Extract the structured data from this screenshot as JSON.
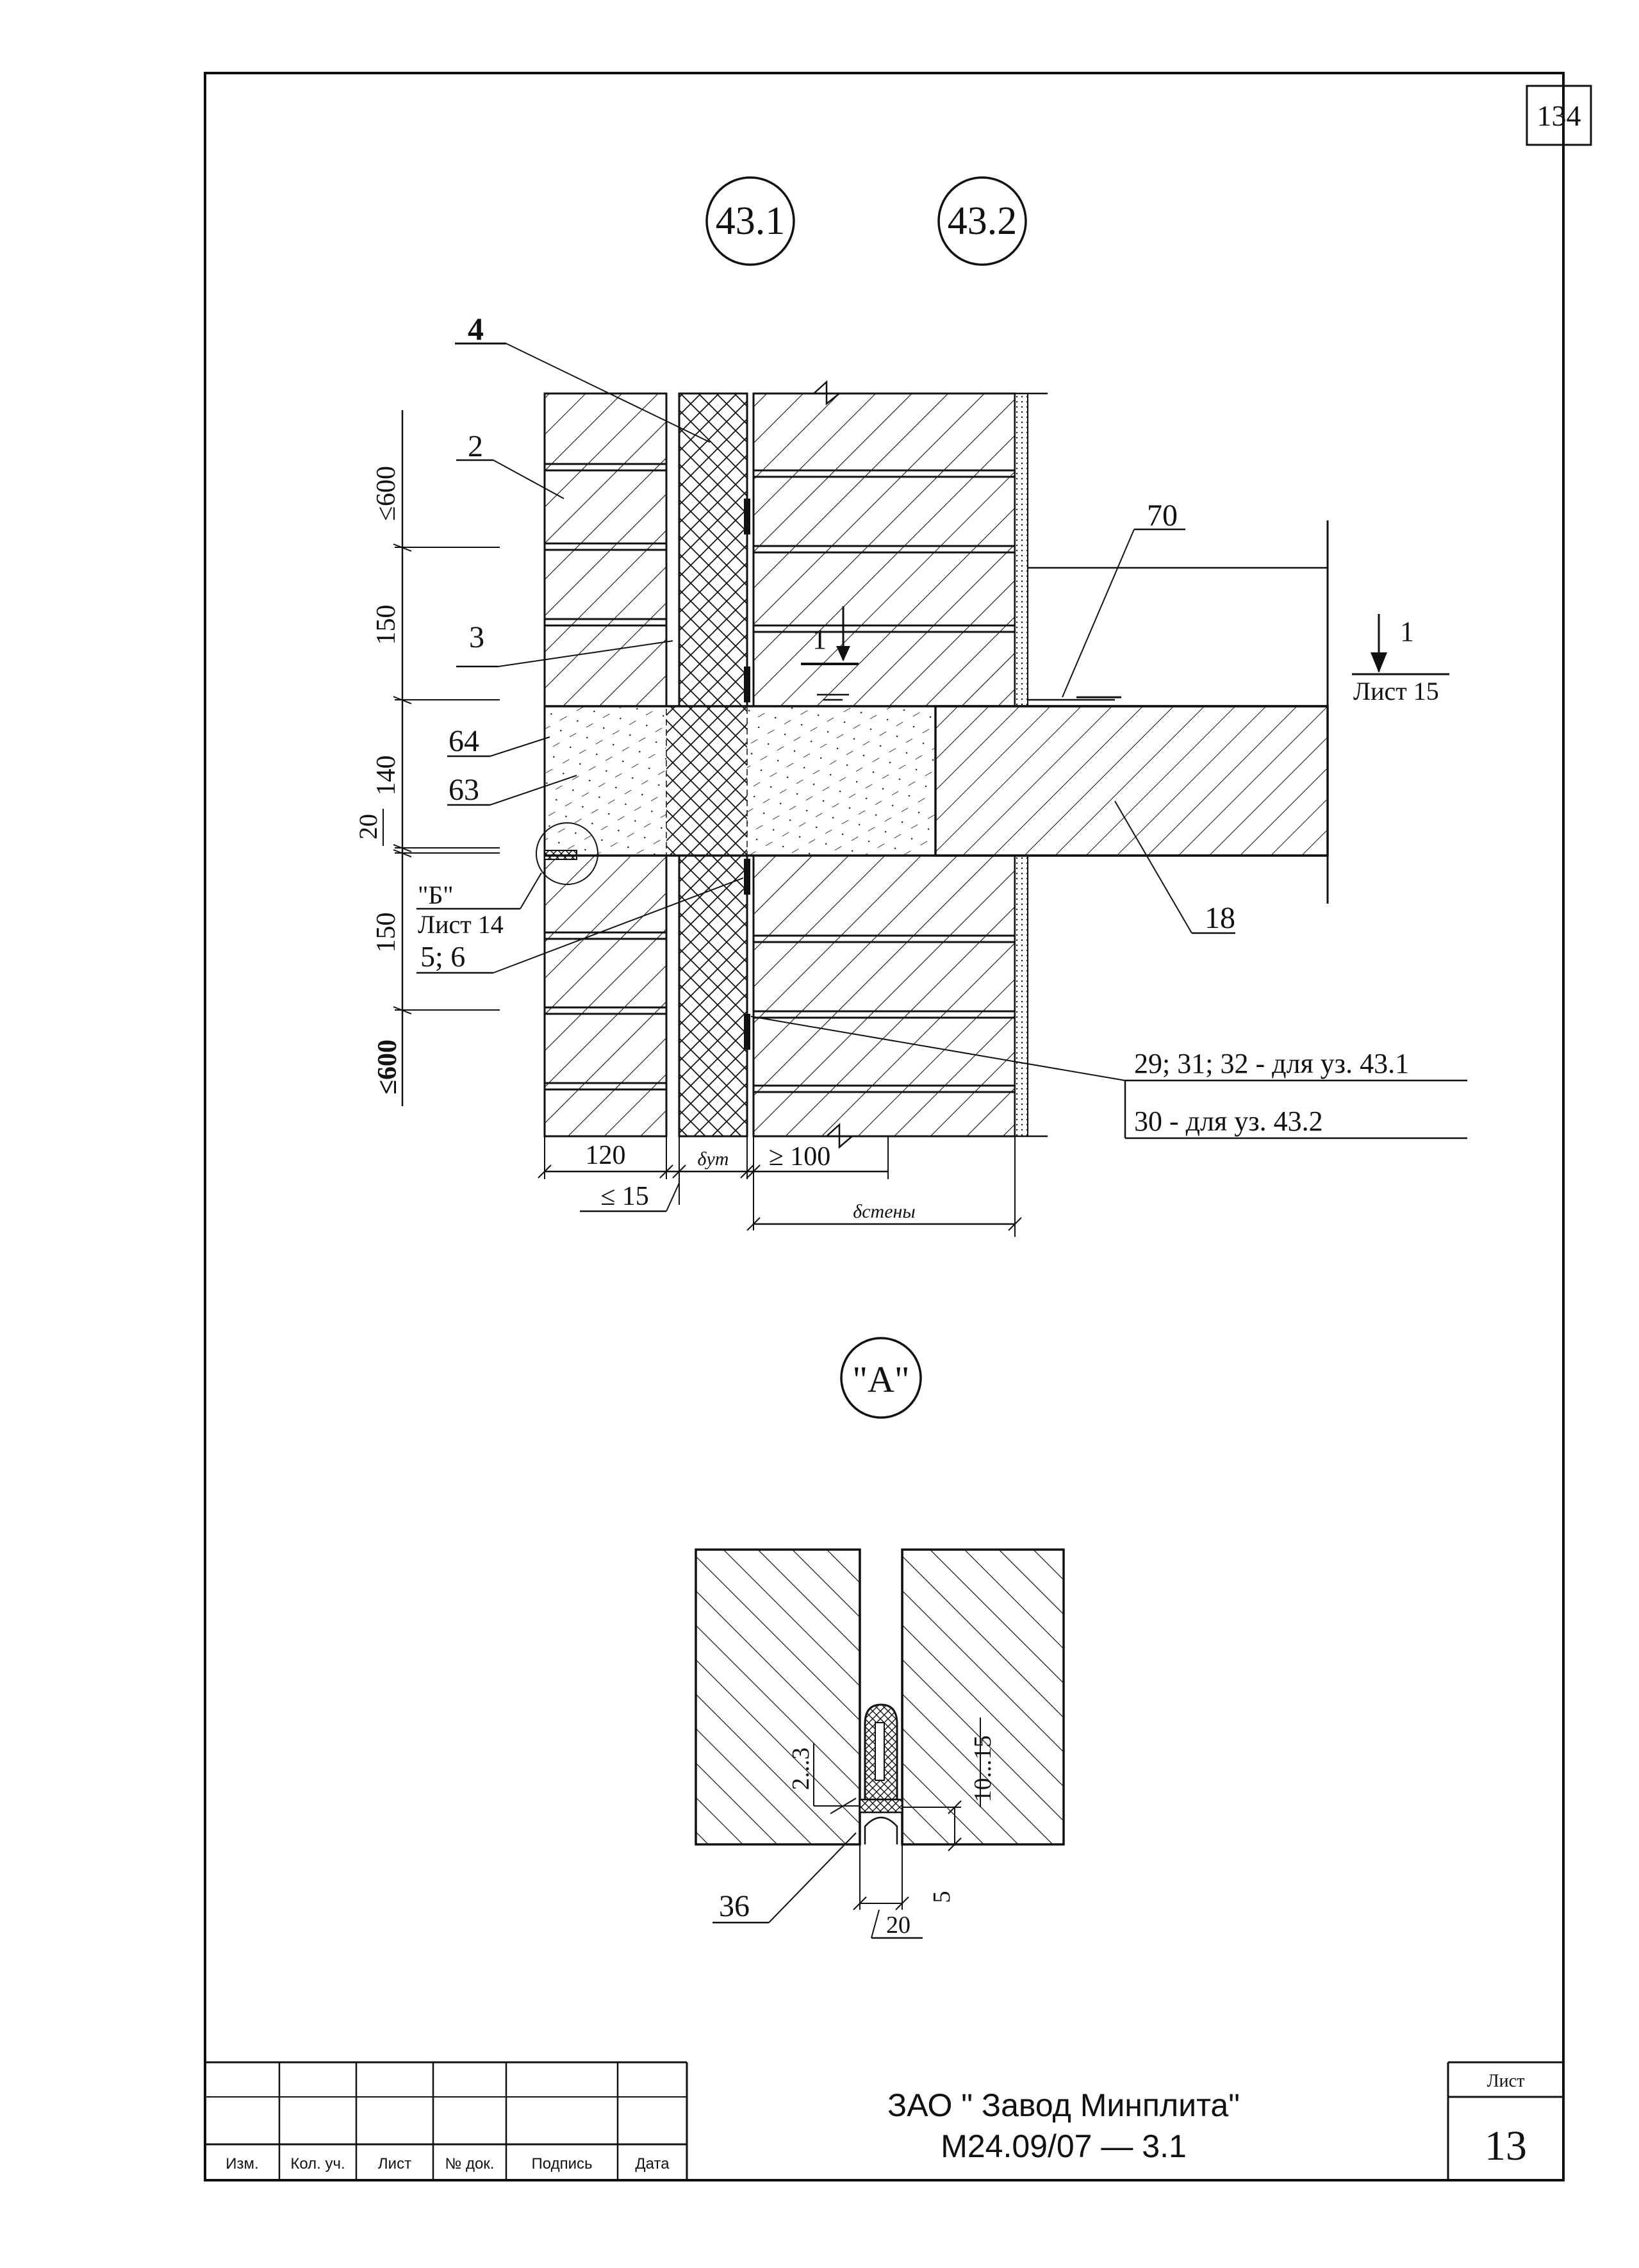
{
  "page_number": "134",
  "node_refs": [
    "43.1",
    "43.2"
  ],
  "detail_ref": "\"A\"",
  "callouts": {
    "c4": "4",
    "c2": "2",
    "c3": "3",
    "c64": "64",
    "c63": "63",
    "c70": "70",
    "c18": "18",
    "c36": "36",
    "b_ref": "\"Б\"",
    "b_sheet": "Лист 14",
    "c56": "5; 6",
    "materials_431": "29; 31; 32 - для уз. 43.1",
    "materials_432": "30 - для уз. 43.2"
  },
  "section_mark": {
    "number": "1",
    "sheet": "Лист 15",
    "inner": "1"
  },
  "dimensions": {
    "v600_top": "≤600",
    "v150_a": "150",
    "v140": "140",
    "v20": "20",
    "v150_b": "150",
    "v600_bot": "≤600",
    "h120": "120",
    "h_ins": "δут",
    "h100": "≥ 100",
    "h15": "≤ 15",
    "h_wall": "δстены",
    "d2_3": "2...3",
    "d10_15": "10...15",
    "d5": "5",
    "d20": "20"
  },
  "title_block": {
    "col_headers": [
      "Изм.",
      "Кол. уч.",
      "Лист",
      "№ док.",
      "Подпись",
      "Дата"
    ],
    "organization": "ЗАО \" Завод Минплита\"",
    "doc_code": "М24.09/07  —  3.1",
    "sheet_label": "Лист",
    "sheet_number": "13"
  }
}
